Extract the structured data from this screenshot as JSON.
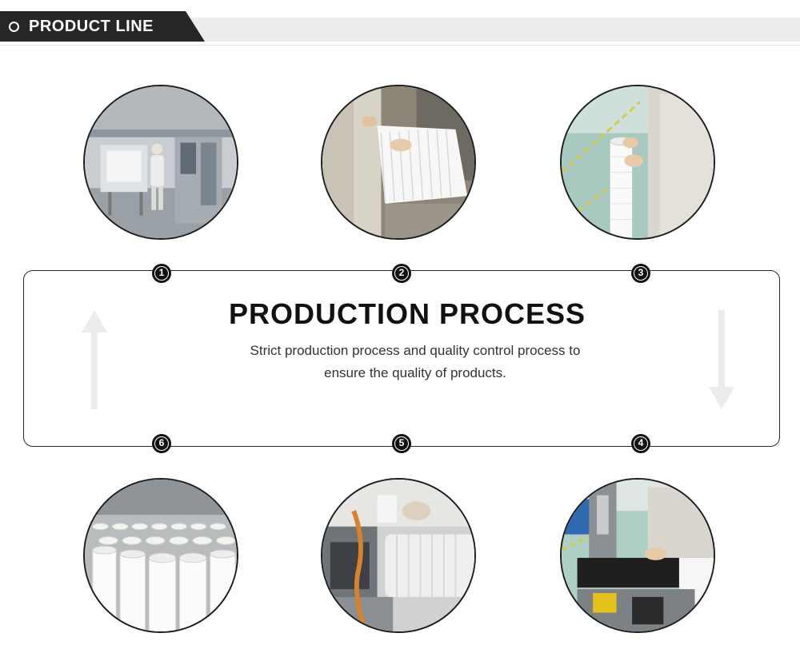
{
  "header": {
    "title": "PRODUCT LINE"
  },
  "process": {
    "title": "PRODUCTION PROCESS",
    "description_line1": "Strict production process and quality control process to",
    "description_line2": "ensure the quality of products."
  },
  "steps": [
    {
      "number": "1",
      "photo": "workshop-pleating-machines-photo"
    },
    {
      "number": "2",
      "photo": "folding-pleated-media-photo"
    },
    {
      "number": "3",
      "photo": "holding-filter-cartridge-photo"
    },
    {
      "number": "4",
      "photo": "cutting-machine-photo"
    },
    {
      "number": "5",
      "photo": "welding-cartridge-photo"
    },
    {
      "number": "6",
      "photo": "finished-cartridges-photo"
    }
  ],
  "colors": {
    "accent_dark": "#262626",
    "banner_gray": "#ececec",
    "border": "#2a2a2a"
  },
  "icons": {
    "up_arrow": "up-arrow-icon",
    "down_arrow": "down-arrow-icon",
    "header_ring": "ring-icon"
  }
}
